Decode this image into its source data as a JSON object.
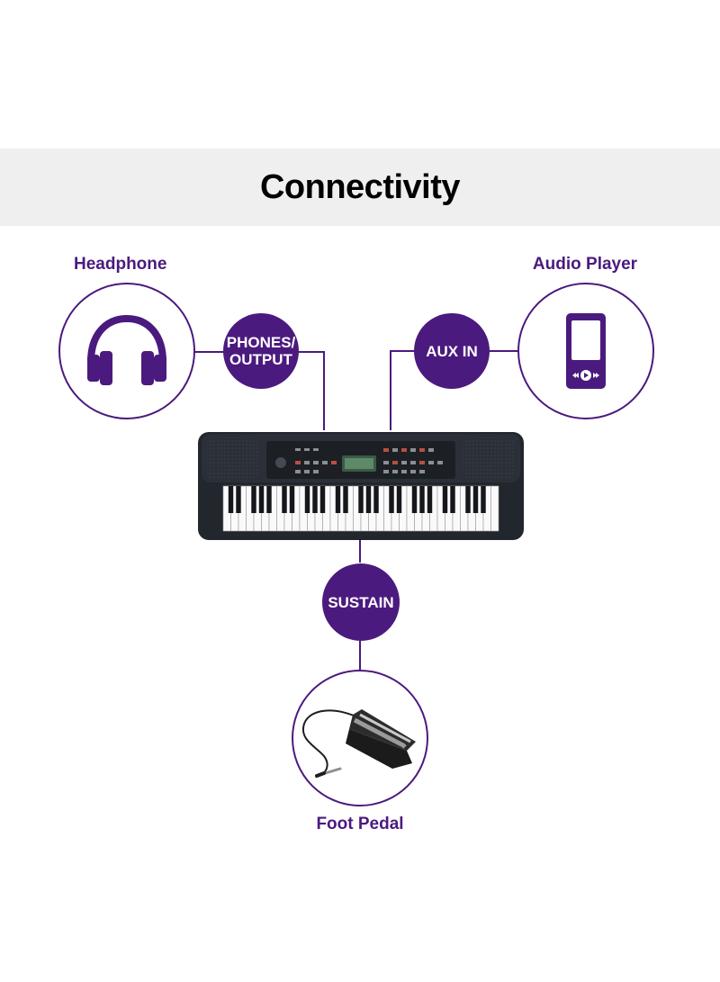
{
  "title": "Connectivity",
  "devices": {
    "headphone": {
      "label": "Headphone",
      "icon": "headphone-icon"
    },
    "audio_player": {
      "label": "Audio Player",
      "icon": "audio-player-icon"
    },
    "foot_pedal": {
      "label": "Foot Pedal",
      "icon": "foot-pedal-image"
    }
  },
  "ports": {
    "phones_output": {
      "line1": "PHONES/",
      "line2": "OUTPUT"
    },
    "aux_in": {
      "label": "AUX IN"
    },
    "sustain": {
      "label": "SUSTAIN"
    }
  },
  "colors": {
    "accent": "#4b1a7e",
    "banner_bg": "#efefef",
    "keyboard_body": "#22262d"
  }
}
